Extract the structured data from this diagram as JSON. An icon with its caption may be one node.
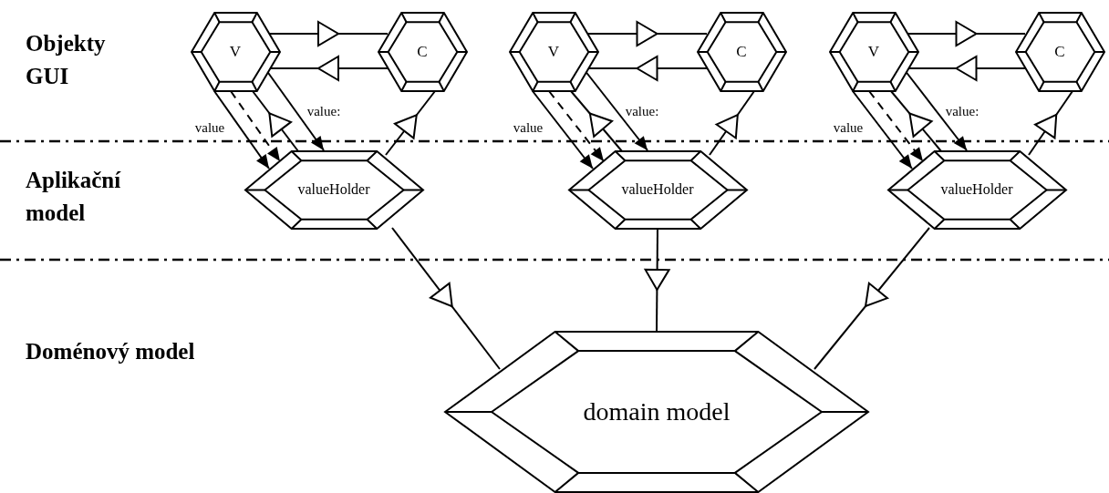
{
  "diagram": {
    "nodes": [
      {
        "text": [
          "V"
        ]
      },
      {
        "text": [
          "C"
        ]
      },
      {
        "text": [
          "V"
        ]
      },
      {
        "text": [
          "C"
        ]
      },
      {
        "text": [
          "V"
        ]
      },
      {
        "text": [
          "C"
        ]
      },
      {
        "text": [
          "valueHolder"
        ]
      },
      {
        "text": [
          "valueHolder"
        ]
      },
      {
        "text": [
          "valueHolder"
        ]
      },
      {
        "text": [
          "domain model"
        ]
      }
    ],
    "edges": [
      {
        "from": 0,
        "to": 1,
        "arrow": "to"
      },
      {
        "from": 1,
        "to": 0,
        "arrow": "to"
      },
      {
        "from": 0,
        "to": 6,
        "arrow": "to",
        "label": "value"
      },
      {
        "from": 0,
        "to": 6,
        "arrow": "to",
        "style": "dashed"
      },
      {
        "from": 6,
        "to": 0,
        "arrow": "to"
      },
      {
        "from": 0,
        "to": 6,
        "arrow": "to",
        "label": "value:"
      },
      {
        "from": 6,
        "to": 1,
        "arrow": "to"
      },
      {
        "from": 6,
        "to": 9,
        "arrow": "to"
      },
      {
        "from": 2,
        "to": 3,
        "arrow": "to"
      },
      {
        "from": 3,
        "to": 2,
        "arrow": "to"
      },
      {
        "from": 2,
        "to": 7,
        "arrow": "to",
        "label": "value"
      },
      {
        "from": 2,
        "to": 7,
        "arrow": "to",
        "style": "dashed"
      },
      {
        "from": 7,
        "to": 2,
        "arrow": "to"
      },
      {
        "from": 2,
        "to": 7,
        "arrow": "to",
        "label": "value:"
      },
      {
        "from": 7,
        "to": 3,
        "arrow": "to"
      },
      {
        "from": 7,
        "to": 9,
        "arrow": "to"
      },
      {
        "from": 4,
        "to": 5,
        "arrow": "to"
      },
      {
        "from": 5,
        "to": 4,
        "arrow": "to"
      },
      {
        "from": 4,
        "to": 8,
        "arrow": "to",
        "label": "value"
      },
      {
        "from": 4,
        "to": 8,
        "arrow": "to",
        "style": "dashed"
      },
      {
        "from": 8,
        "to": 4,
        "arrow": "to"
      },
      {
        "from": 4,
        "to": 8,
        "arrow": "to",
        "label": "value:"
      },
      {
        "from": 8,
        "to": 5,
        "arrow": "to"
      },
      {
        "from": 8,
        "to": 9,
        "arrow": "to"
      }
    ],
    "labels": [
      "Objekty GUI",
      "Aplikační model",
      "Doménový model"
    ]
  }
}
